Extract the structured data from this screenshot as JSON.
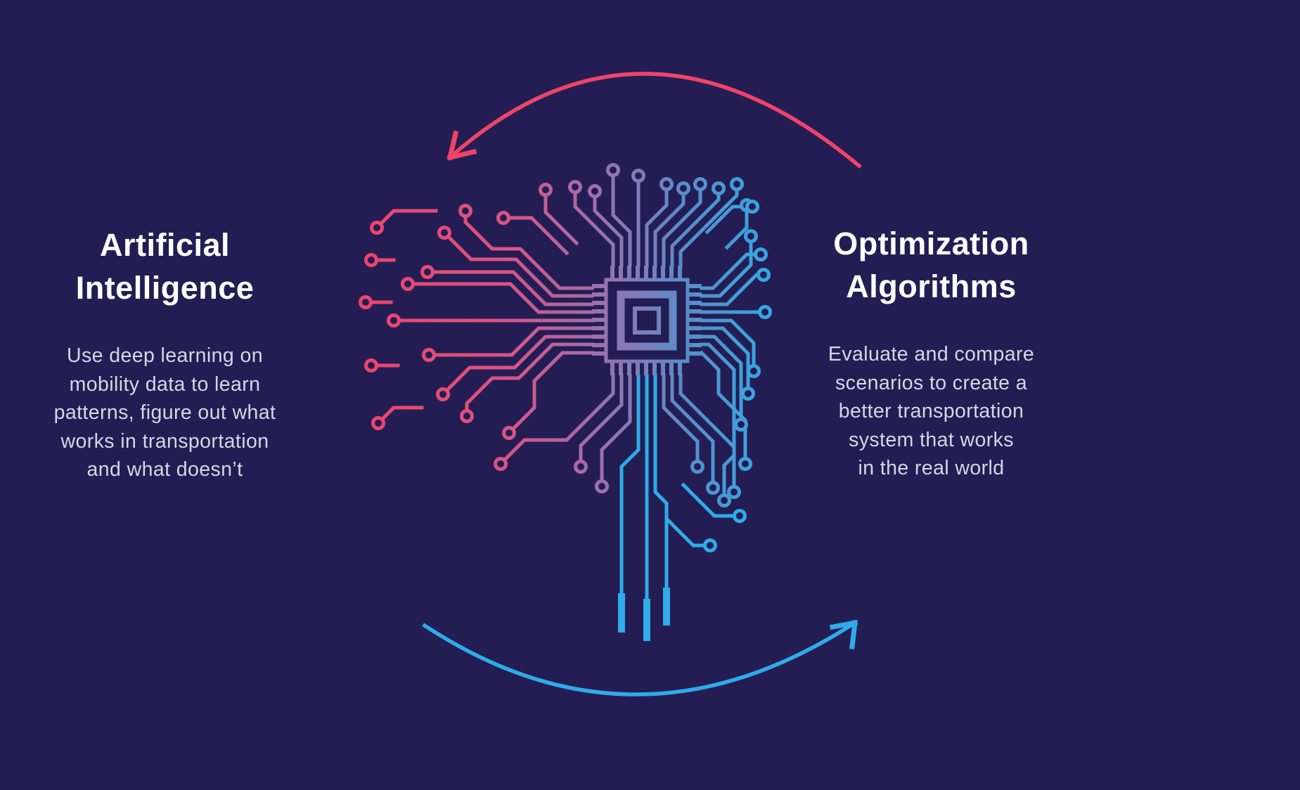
{
  "background_color": "#231d53",
  "palette": {
    "pink": "#ee4468",
    "purple": "#9d6fae",
    "blue": "#2fabe8",
    "heading_color": "#ffffff",
    "body_color": "#d8d5e4"
  },
  "left_panel": {
    "title_line1": "Artificial",
    "title_line2": "Intelligence",
    "desc_lines": [
      "Use deep learning on",
      "mobility data to learn",
      "patterns, figure out what",
      "works in transportation",
      "and what doesn’t"
    ]
  },
  "right_panel": {
    "title_line1": "Optimization",
    "title_line2": "Algorithms",
    "desc_lines": [
      "Evaluate and compare",
      "scenarios to create a",
      "better transportation",
      "system that works",
      "in the real world"
    ]
  },
  "center_graphic": {
    "brain_icon": "circuit-brain-icon",
    "chip_icon": "cpu-chip-icon",
    "top_arrow_icon": "cycle-arrow-top-icon",
    "bottom_arrow_icon": "cycle-arrow-bottom-icon"
  }
}
